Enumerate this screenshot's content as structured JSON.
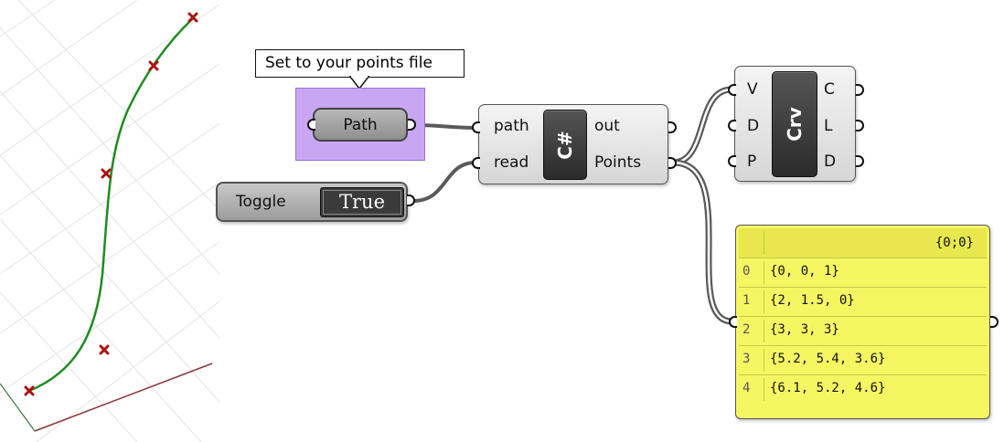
{
  "tooltip": {
    "text": "Set to your points file"
  },
  "path_param": {
    "label": "Path"
  },
  "toggle": {
    "label": "Toggle",
    "value": "True"
  },
  "csharp": {
    "icon_label": "C#",
    "inputs": [
      "path",
      "read"
    ],
    "outputs": [
      "out",
      "Points"
    ]
  },
  "crv": {
    "icon_label": "Crv",
    "inputs": [
      "V",
      "D",
      "P"
    ],
    "outputs": [
      "C",
      "L",
      "D"
    ]
  },
  "panel": {
    "path": "{0;0}",
    "rows": [
      {
        "index": "0",
        "value": "{0, 0, 1}"
      },
      {
        "index": "1",
        "value": "{2, 1.5, 0}"
      },
      {
        "index": "2",
        "value": "{3, 3, 3}"
      },
      {
        "index": "3",
        "value": "{5.2, 5.4, 3.6}"
      },
      {
        "index": "4",
        "value": "{6.1, 5.2, 4.6}"
      }
    ]
  },
  "colors": {
    "curve": "#1f8c1f",
    "point_marker": "#aa1111",
    "panel_bg": "#f6f662",
    "selection": "#c9a6f2",
    "x_axis": "#8b3a3a",
    "y_axis": "#3a7a3a"
  }
}
